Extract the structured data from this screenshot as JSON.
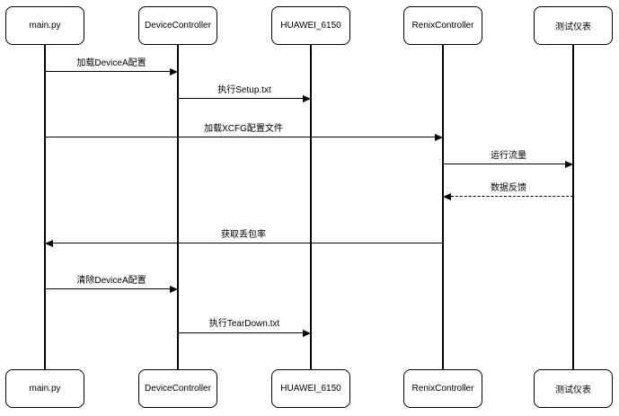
{
  "diagram": {
    "type": "sequence-diagram",
    "colors": {
      "background": "#ffffff",
      "line": "#000000",
      "box_fill": "#ffffff",
      "box_border": "#000000",
      "text": "#000000"
    },
    "actors": [
      {
        "name": "main.py"
      },
      {
        "name": "DeviceController"
      },
      {
        "name": "HUAWEI_6150"
      },
      {
        "name": "RenixController"
      },
      {
        "name": "测试仪表"
      }
    ],
    "messages": [
      {
        "from": "main.py",
        "to": "DeviceController",
        "label": "加载DeviceA配置",
        "style": "solid",
        "direction": "right"
      },
      {
        "from": "DeviceController",
        "to": "HUAWEI_6150",
        "label": "执行Setup.txt",
        "style": "solid",
        "direction": "right"
      },
      {
        "from": "main.py",
        "to": "RenixController",
        "label": "加载XCFG配置文件",
        "style": "solid",
        "direction": "right"
      },
      {
        "from": "RenixController",
        "to": "测试仪表",
        "label": "运行流量",
        "style": "solid",
        "direction": "right"
      },
      {
        "from": "测试仪表",
        "to": "RenixController",
        "label": "数据反馈",
        "style": "dashed",
        "direction": "left"
      },
      {
        "from": "RenixController",
        "to": "main.py",
        "label": "获取丢包率",
        "style": "solid",
        "direction": "left"
      },
      {
        "from": "main.py",
        "to": "DeviceController",
        "label": "清除DeviceA配置",
        "style": "solid",
        "direction": "right"
      },
      {
        "from": "DeviceController",
        "to": "HUAWEI_6150",
        "label": "执行TearDown.txt",
        "style": "solid",
        "direction": "right"
      }
    ]
  }
}
